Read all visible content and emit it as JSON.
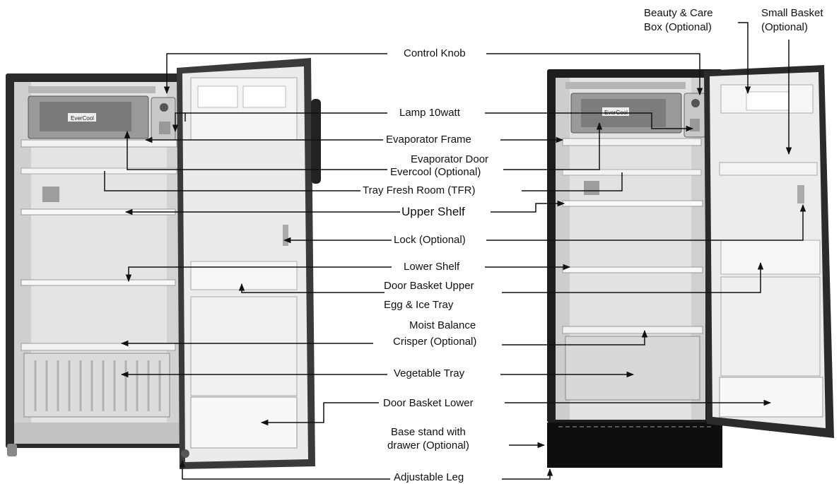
{
  "labels": {
    "control_knob": "Control Knob",
    "lamp": "Lamp 10watt",
    "evaporator_frame": "Evaporator Frame",
    "evaporator_door_1": "Evaporator Door",
    "evaporator_door_2": "Evercool (Optional)",
    "tray_fresh_room": "Tray Fresh Room (TFR)",
    "upper_shelf": "Upper Shelf",
    "lock": "Lock (Optional)",
    "lower_shelf": "Lower Shelf",
    "door_basket_upper": "Door Basket Upper",
    "egg_ice_tray": "Egg & Ice Tray",
    "moist_balance_1": "Moist Balance",
    "moist_balance_2": "Crisper (Optional)",
    "vegetable_tray": "Vegetable Tray",
    "door_basket_lower": "Door Basket Lower",
    "base_stand_1": "Base stand with",
    "base_stand_2": "drawer (Optional)",
    "adjustable_leg": "Adjustable Leg",
    "beauty_care_1": "Beauty & Care",
    "beauty_care_2": "Box (Optional)",
    "small_basket_1": "Small Basket",
    "small_basket_2": "(Optional)"
  },
  "panel_badges": {
    "left_evap": "EverCool",
    "right_evap": "EverCool"
  }
}
